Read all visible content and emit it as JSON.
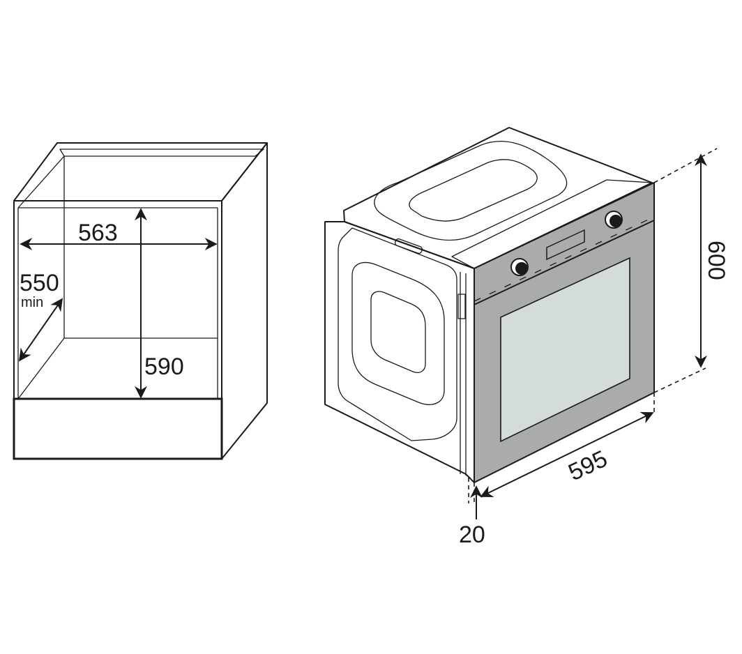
{
  "cabinet": {
    "width_label": "563",
    "height_label": "590",
    "depth_label": "550",
    "depth_qualifier": "min"
  },
  "oven": {
    "height_label": "600",
    "width_label": "595",
    "protrusion_label": "20"
  },
  "colors": {
    "line": "#1a1a1a",
    "panel": "#a9acaa",
    "glass": "#d3dcd8"
  }
}
